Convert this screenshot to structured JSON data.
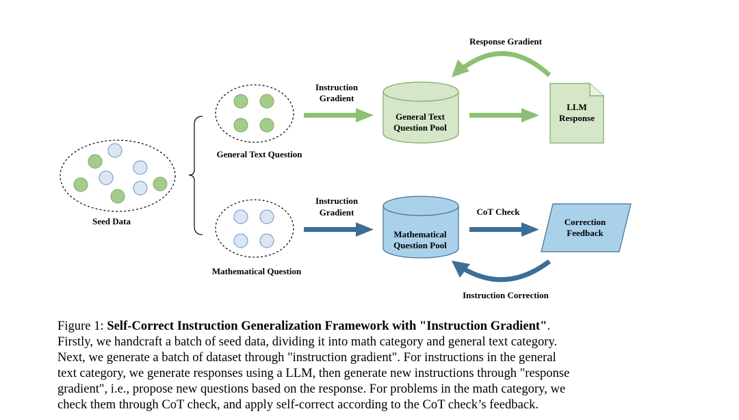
{
  "diagram": {
    "seed_label": "Seed Data",
    "general_text_question_label": "General Text Question",
    "mathematical_question_label": "Mathematical Question",
    "instruction_gradient_top": [
      "Instruction",
      "Gradient"
    ],
    "instruction_gradient_bottom": [
      "Instruction",
      "Gradient"
    ],
    "general_pool_label": [
      "General Text",
      "Question Pool"
    ],
    "math_pool_label": [
      "Mathematical",
      "Question Pool"
    ],
    "llm_response_label": [
      "LLM",
      "Response"
    ],
    "correction_feedback_label": [
      "Correction",
      "Feedback"
    ],
    "response_gradient_label": "Response Gradient",
    "cot_check_label": "CoT Check",
    "instruction_correction_label": "Instruction Correction",
    "colors": {
      "green_fill": "#a4cc8c",
      "green_stroke": "#7aa860",
      "green_arrow": "#8dc073",
      "green_pool_fill": "#d5e7c8",
      "blue_fill": "#dbe6f5",
      "blue_stroke": "#6c8ebf",
      "blue_arrow": "#3c6e96",
      "blue_pool_fill": "#a9d1ea"
    }
  },
  "caption": {
    "figure_label": "Figure 1:",
    "title": "Self-Correct Instruction Generalization Framework with \"Instruction Gradient\"",
    "body_lines": [
      "Firstly, we handcraft a batch of seed data, dividing it into math category and general text category.",
      "Next, we generate a batch of dataset through \"instruction gradient\". For instructions in the general",
      "text category, we generate responses using a LLM, then generate new instructions through \"response",
      "gradient\", i.e., propose new questions based on the response. For problems in the math category, we",
      "check them through CoT check, and apply self-correct according to the CoT check’s feedback."
    ]
  }
}
